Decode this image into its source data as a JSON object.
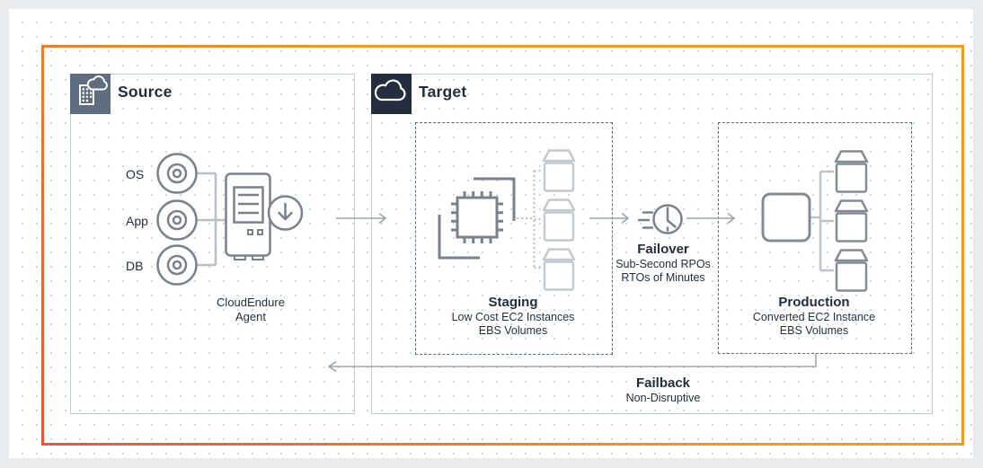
{
  "source": {
    "title": "Source",
    "disks": [
      "OS",
      "App",
      "DB"
    ],
    "agent": {
      "line1": "CloudEndure",
      "line2": "Agent"
    }
  },
  "target": {
    "title": "Target",
    "staging": {
      "title": "Staging",
      "lines": [
        "Low Cost EC2 Instances",
        "EBS Volumes"
      ]
    },
    "failover": {
      "title": "Failover",
      "lines": [
        "Sub-Second RPOs",
        "RTOs of Minutes"
      ]
    },
    "production": {
      "title": "Production",
      "lines": [
        "Converted EC2 Instance",
        "EBS Volumes"
      ]
    }
  },
  "failback": {
    "title": "Failback",
    "line1": "Non-Disruptive"
  },
  "icons": {
    "source_header": "building-cloud-icon",
    "target_header": "cloud-icon",
    "disk": "disk-icon",
    "agent": "server-download-icon",
    "staging": "chip-sync-icon",
    "volume": "storage-volume-icon",
    "failover": "fast-clock-icon",
    "production_instance": "ec2-instance-icon"
  },
  "colors": {
    "frame_orange": "#f59a1d",
    "frame_red": "#e8563c",
    "navy_text": "#1f2e3e",
    "slate_icon_bg": "#5f6d80",
    "dark_icon_bg": "#232f3e",
    "icon_stroke": "#78828e",
    "light_stroke": "#c3c9cf",
    "mid_stroke": "#828c96",
    "arrow_stroke": "#9aa3ab"
  }
}
